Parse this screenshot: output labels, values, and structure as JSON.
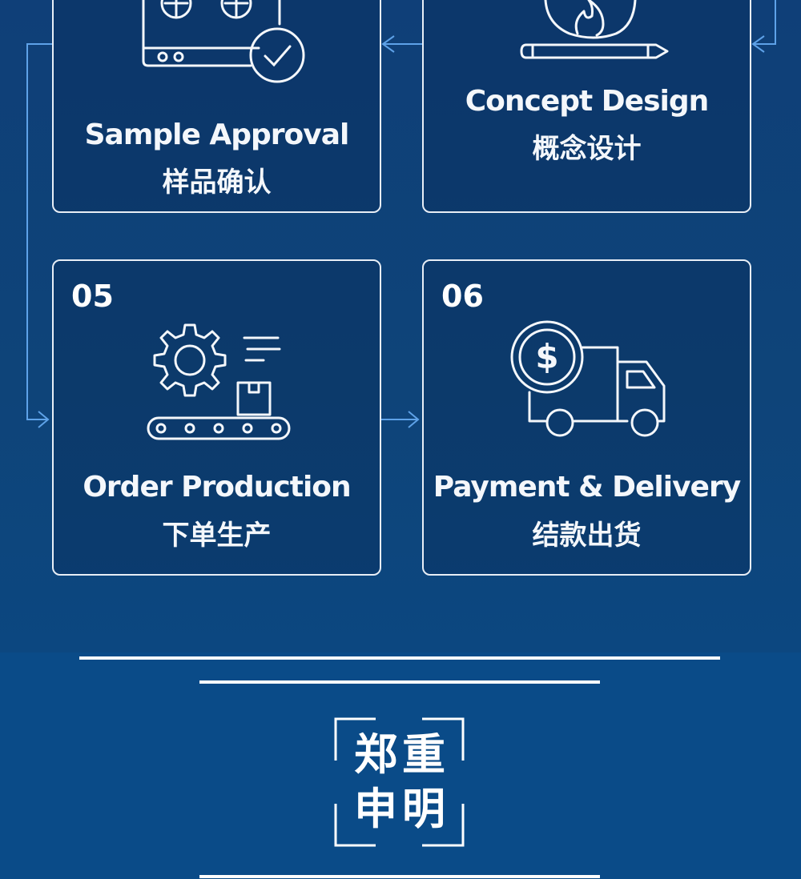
{
  "steps": [
    {
      "number": "",
      "title_en": "Sample Approval",
      "title_cn": "样品确认",
      "icon": "sample-approval-icon"
    },
    {
      "number": "",
      "title_en": "Concept Design",
      "title_cn": "概念设计",
      "icon": "concept-design-icon"
    },
    {
      "number": "05",
      "title_en": "Order Production",
      "title_cn": "下单生产",
      "icon": "production-gear-conveyor-icon"
    },
    {
      "number": "06",
      "title_en": "Payment & Delivery",
      "title_cn": "结款出货",
      "icon": "payment-truck-icon"
    }
  ],
  "notice": {
    "chars": [
      "郑",
      "重",
      "申",
      "明"
    ]
  },
  "colors": {
    "panel_bg": "#0f3f78",
    "page_bg": "#0a4b88",
    "card_border": "#e8eef6",
    "arrow": "#5ea2e8",
    "text": "#ffffff"
  }
}
